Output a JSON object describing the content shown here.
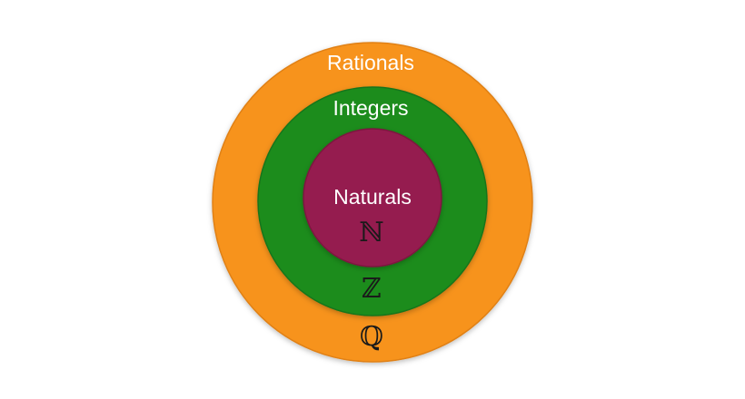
{
  "diagram": {
    "sets": [
      {
        "id": "rationals",
        "label": "Rationals",
        "symbol": "ℚ",
        "color": "#f7931e"
      },
      {
        "id": "integers",
        "label": "Integers",
        "symbol": "ℤ",
        "color": "#1e8c1e"
      },
      {
        "id": "naturals",
        "label": "Naturals",
        "symbol": "ℕ",
        "color": "#951c4f"
      }
    ]
  }
}
